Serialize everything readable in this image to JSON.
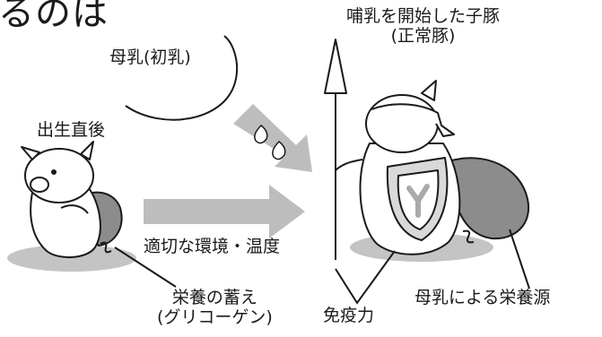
{
  "title_fragment": "るのは",
  "labels": {
    "colostrum": "母乳(初乳)",
    "newborn": "出生直後",
    "environment": "適切な環境・温度",
    "glycogen_line1": "栄養の蓄え",
    "glycogen_line2": "(グリコーゲン)",
    "suckling_line1": "哺乳を開始した子豚",
    "suckling_line2": "(正常豚)",
    "immunity": "免疫力",
    "nutrition_source": "母乳による栄養源"
  },
  "colors": {
    "arrow": "#bdbdbd",
    "shadow": "#c4c4c4",
    "outline": "#1a1a1a",
    "backpack": "#8c8c8c",
    "shield": "#d9d9d9",
    "emblem": "#aaaaaa"
  }
}
